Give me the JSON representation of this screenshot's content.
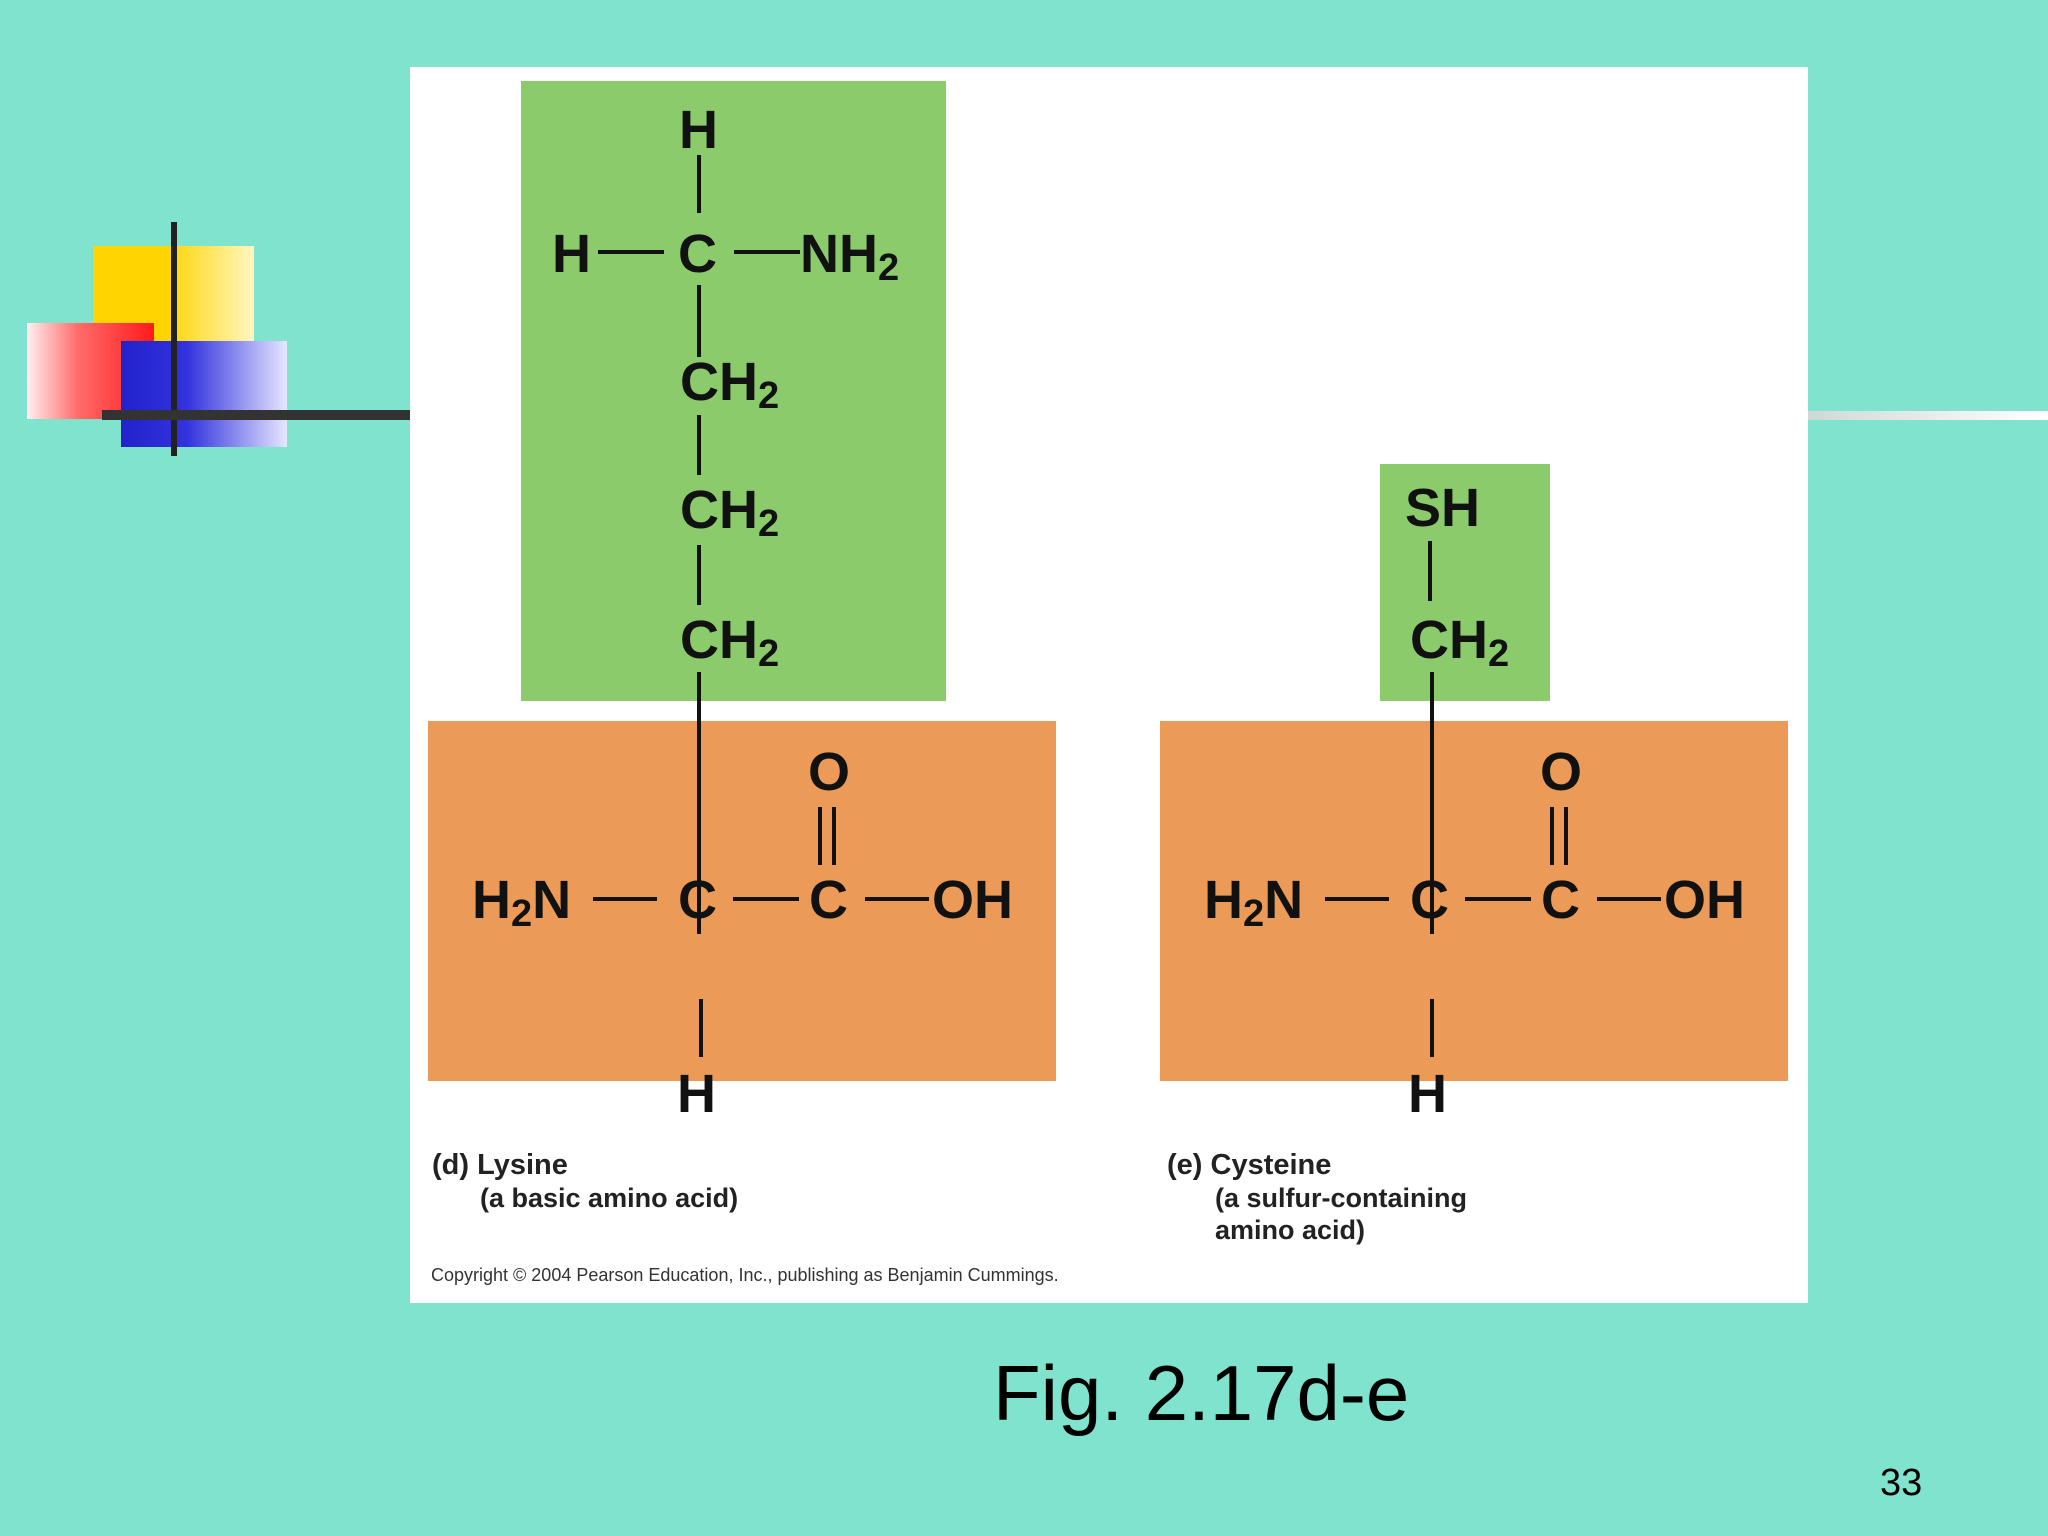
{
  "slide": {
    "figure_label": "Fig. 2.17d-e",
    "page_number": "33"
  },
  "figure": {
    "copyright": "Copyright © 2004 Pearson Education, Inc., publishing as Benjamin Cummings.",
    "lysine": {
      "caption_title": "(d) Lysine",
      "caption_sub": "(a basic amino acid)",
      "atoms": {
        "h_top": "H",
        "h_left": "H",
        "c_top": "C",
        "nh": "NH",
        "ch_1": "CH",
        "ch_2": "CH",
        "ch_3": "CH",
        "h2n_h": "H",
        "h2n_n": "N",
        "c_alpha": "C",
        "c_carboxyl": "C",
        "o": "O",
        "oh": "OH",
        "h_bottom": "H",
        "sub2": "2"
      }
    },
    "cysteine": {
      "caption_title": "(e) Cysteine",
      "caption_sub_1": "(a sulfur-containing",
      "caption_sub_2": "amino acid)",
      "atoms": {
        "sh": "SH",
        "ch": "CH",
        "h2n_h": "H",
        "h2n_n": "N",
        "c_alpha": "C",
        "c_carboxyl": "C",
        "o": "O",
        "oh": "OH",
        "h_bottom": "H",
        "sub2": "2"
      }
    }
  },
  "colors": {
    "background": "#7fe3cd",
    "side_chain": "#8bcb6b",
    "backbone": "#eb9b57"
  }
}
